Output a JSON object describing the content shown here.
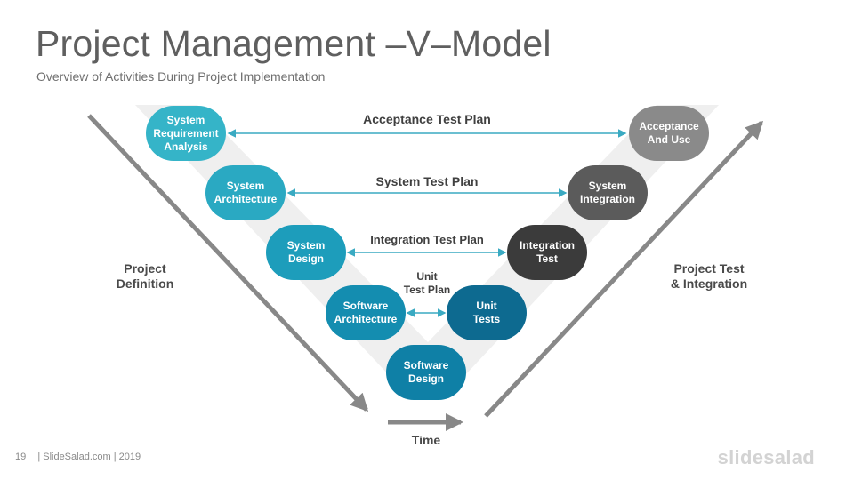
{
  "header": {
    "title": "Project Management –V–Model",
    "subtitle": "Overview of Activities During Project Implementation"
  },
  "colors": {
    "teal_light": "#35b4c8",
    "teal_mid": "#1a9cb8",
    "teal_dark": "#127fa4",
    "teal_darker": "#0d6a90",
    "gray_light": "#8a8a8a",
    "gray_mid": "#5b5b5b",
    "gray_dark": "#3b3b3b",
    "arrow_gray": "#888888",
    "connector": "#3aaac2"
  },
  "left_nodes": [
    {
      "label": "System\nRequirement\nAnalysis"
    },
    {
      "label": "System\nArchitecture"
    },
    {
      "label": "System\nDesign"
    },
    {
      "label": "Software\nArchitecture"
    },
    {
      "label": "Software\nDesign"
    }
  ],
  "right_nodes": [
    {
      "label": "Acceptance\nAnd Use"
    },
    {
      "label": "System\nIntegration"
    },
    {
      "label": "Integration\nTest"
    },
    {
      "label": "Unit\nTests"
    }
  ],
  "test_plans": [
    {
      "label": "Acceptance Test Plan"
    },
    {
      "label": "System Test Plan"
    },
    {
      "label": "Integration Test Plan"
    },
    {
      "label": "Unit\nTest Plan"
    }
  ],
  "side_labels": {
    "left": "Project\nDefinition",
    "right": "Project Test\n& Integration",
    "bottom": "Time"
  },
  "footer": {
    "page_number": "19",
    "credit": "| SlideSalad.com | 2019",
    "logo": "slidesalad"
  }
}
